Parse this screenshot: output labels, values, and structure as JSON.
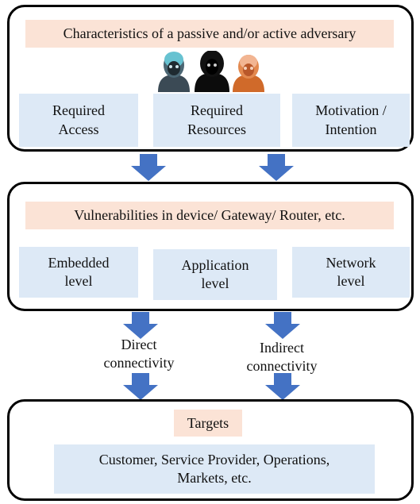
{
  "adversary": {
    "header": "Characteristics of a passive and/or active adversary",
    "figure_icons": [
      "hooded-figure-teal-icon",
      "hooded-figure-black-icon",
      "hooded-figure-orange-icon"
    ],
    "boxes": [
      {
        "lines": [
          "Required",
          "Access"
        ]
      },
      {
        "lines": [
          "Required",
          "Resources"
        ]
      },
      {
        "lines": [
          "Motivation /",
          "Intention"
        ]
      }
    ]
  },
  "vulnerabilities": {
    "header": "Vulnerabilities  in device/ Gateway/ Router, etc.",
    "boxes": [
      {
        "lines": [
          "Embedded",
          "level"
        ]
      },
      {
        "lines": [
          "Application",
          "level"
        ]
      },
      {
        "lines": [
          "Network",
          "level"
        ]
      }
    ]
  },
  "connections": {
    "direct": [
      "Direct",
      "connectivity"
    ],
    "indirect": [
      "Indirect",
      "connectivity"
    ]
  },
  "targets": {
    "header": "Targets",
    "lines": [
      "Customer, Service Provider, Operations,",
      "Markets, etc."
    ]
  },
  "colors": {
    "header_fill": "#fbe3d6",
    "box_fill": "#dde9f6",
    "arrow_fill": "#4472c4",
    "panel_border": "#000000"
  }
}
